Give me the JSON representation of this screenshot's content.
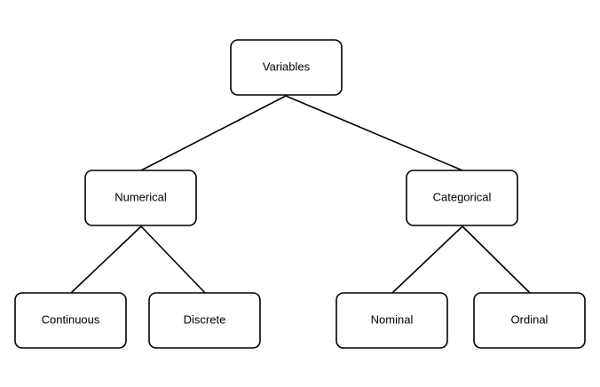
{
  "diagram": {
    "nodes": {
      "variables": "Variables",
      "numerical": "Numerical",
      "categorical": "Categorical",
      "continuous": "Continuous",
      "discrete": "Discrete",
      "nominal": "Nominal",
      "ordinal": "Ordinal"
    },
    "edges": [
      [
        "variables",
        "numerical"
      ],
      [
        "variables",
        "categorical"
      ],
      [
        "numerical",
        "continuous"
      ],
      [
        "numerical",
        "discrete"
      ],
      [
        "categorical",
        "nominal"
      ],
      [
        "categorical",
        "ordinal"
      ]
    ]
  }
}
